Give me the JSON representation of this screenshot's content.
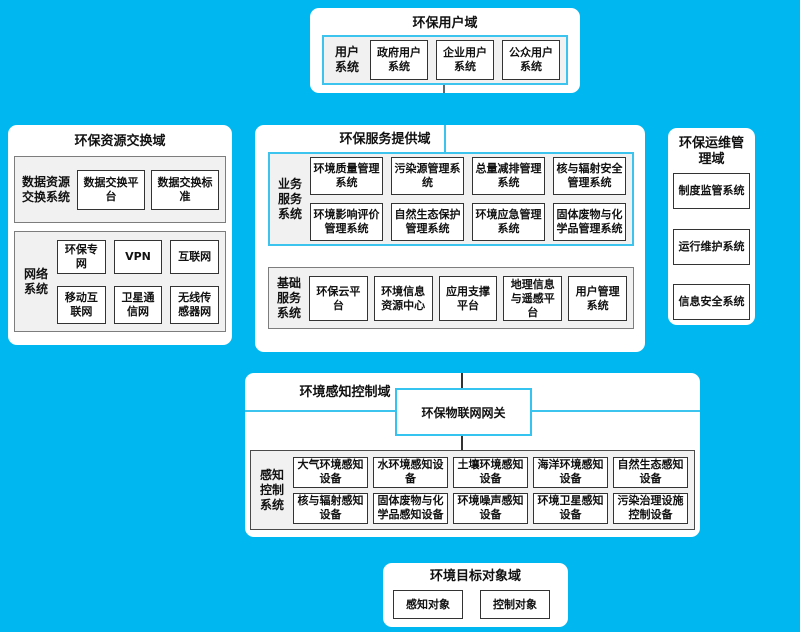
{
  "colors": {
    "background": "#00b7ef",
    "accent_cyan": "#3cc4ef",
    "box_border": "#333333",
    "panel_fill": "#ffffff",
    "group_fill": "#f1f1f1"
  },
  "user_domain": {
    "title": "环保用户域",
    "group_label": "用户系统",
    "items": [
      "政府用户系统",
      "企业用户系统",
      "公众用户系统"
    ]
  },
  "exchange_domain": {
    "title": "环保资源交换域",
    "data_group": {
      "label": "数据资源交换系统",
      "items": [
        "数据交换平台",
        "数据交换标准"
      ]
    },
    "network_group": {
      "label": "网络系统",
      "items": [
        "环保专网",
        "VPN",
        "互联网",
        "移动互联网",
        "卫星通信网",
        "无线传感器网"
      ]
    }
  },
  "service_domain": {
    "title": "环保服务提供域",
    "business_group": {
      "label": "业务服务系统",
      "items": [
        "环境质量管理系统",
        "污染源管理系统",
        "总量减排管理系统",
        "核与辐射安全管理系统",
        "环境影响评价管理系统",
        "自然生态保护管理系统",
        "环境应急管理系统",
        "固体废物与化学品管理系统"
      ]
    },
    "base_group": {
      "label": "基础服务系统",
      "items": [
        "环保云平台",
        "环境信息资源中心",
        "应用支撑平台",
        "地理信息与遥感平台",
        "用户管理系统"
      ]
    }
  },
  "ops_domain": {
    "title": "环保运维管理域",
    "items": [
      "制度监管系统",
      "运行维护系统",
      "信息安全系统"
    ]
  },
  "sensing_domain": {
    "title": "环境感知控制域",
    "gateway": "环保物联网网关",
    "group": {
      "label": "感知控制系统",
      "items": [
        "大气环境感知设备",
        "水环境感知设备",
        "土壤环境感知设备",
        "海洋环境感知设备",
        "自然生态感知设备",
        "核与辐射感知设备",
        "固体废物与化学品感知设备",
        "环境噪声感知设备",
        "环境卫星感知设备",
        "污染治理设施控制设备"
      ]
    }
  },
  "target_domain": {
    "title": "环境目标对象域",
    "items": [
      "感知对象",
      "控制对象"
    ]
  }
}
